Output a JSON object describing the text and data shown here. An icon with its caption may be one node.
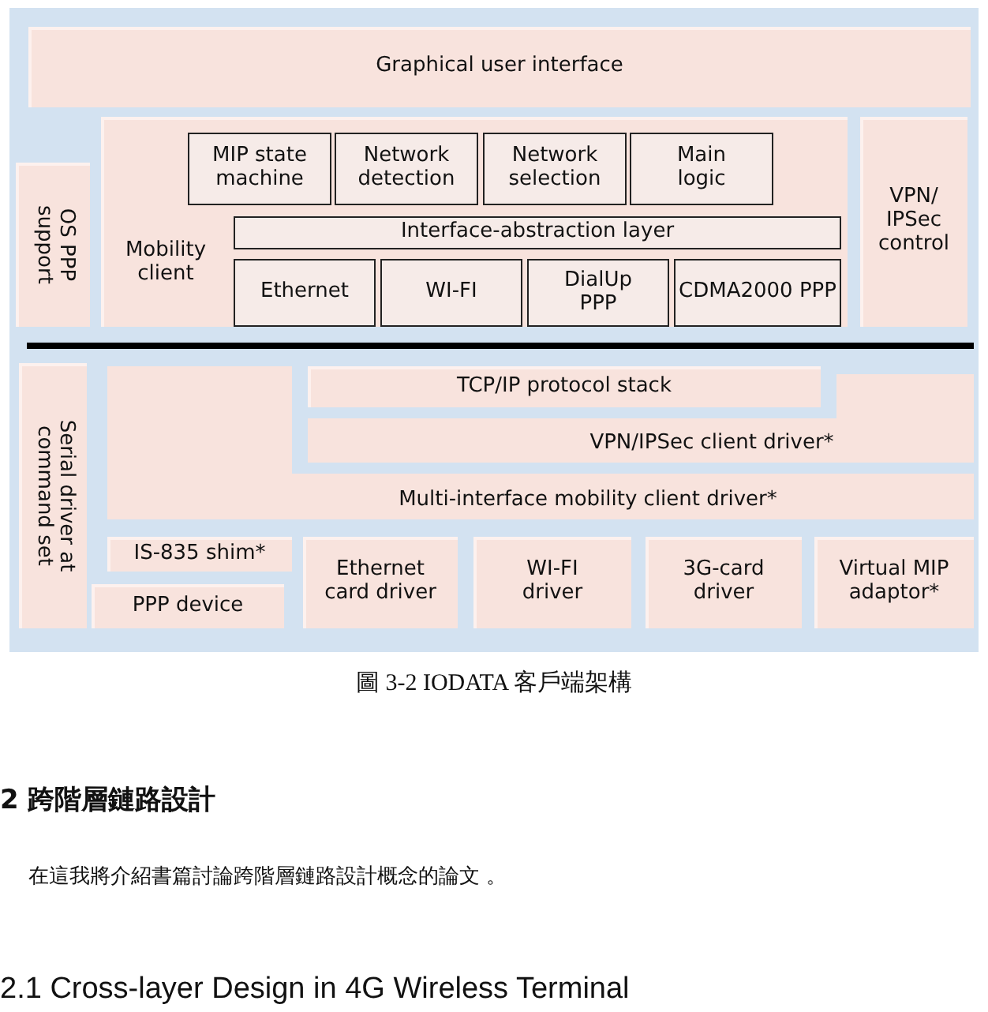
{
  "diagram": {
    "caption": "圖 3-2 IODATA 客戶端架構",
    "nodes": [
      {
        "text": [
          "Graphical user interface"
        ]
      },
      {
        "text": [
          "OS PPP support"
        ]
      },
      {
        "text": [
          "Mobility client"
        ]
      },
      {
        "text": [
          "MIP state machine"
        ],
        "in": 2
      },
      {
        "text": [
          "Network detection"
        ],
        "in": 2
      },
      {
        "text": [
          "Network selection"
        ],
        "in": 2
      },
      {
        "text": [
          "Main logic"
        ],
        "in": 2
      },
      {
        "text": [
          "Interface-abstraction layer"
        ],
        "in": 2
      },
      {
        "text": [
          "Ethernet"
        ],
        "in": 2
      },
      {
        "text": [
          "WI-FI"
        ],
        "in": 2
      },
      {
        "text": [
          "DialUp PPP"
        ],
        "in": 2
      },
      {
        "text": [
          "CDMA2000 PPP"
        ],
        "in": 2
      },
      {
        "text": [
          "VPN/ IPSec control"
        ]
      },
      {
        "text": [
          "Serial driver at command set"
        ]
      },
      {
        "text": [
          "TCP/IP protocol stack"
        ]
      },
      {
        "text": [
          "VPN/IPSec client driver*"
        ]
      },
      {
        "text": [
          "Multi-interface mobility client driver*"
        ]
      },
      {
        "text": [
          "IS-835 shim*"
        ]
      },
      {
        "text": [
          "PPP device"
        ]
      },
      {
        "text": [
          "Ethernet card driver"
        ]
      },
      {
        "text": [
          "WI-FI driver"
        ]
      },
      {
        "text": [
          "3G-card driver"
        ]
      },
      {
        "text": [
          "Virtual MIP adaptor*"
        ]
      }
    ],
    "labels": [
      "2 跨階層鏈路設計",
      "在這我將介紹書篇討論跨階層鏈路設計概念的論文 。",
      "2.1 Cross-layer Design in 4G Wireless Terminal"
    ]
  }
}
